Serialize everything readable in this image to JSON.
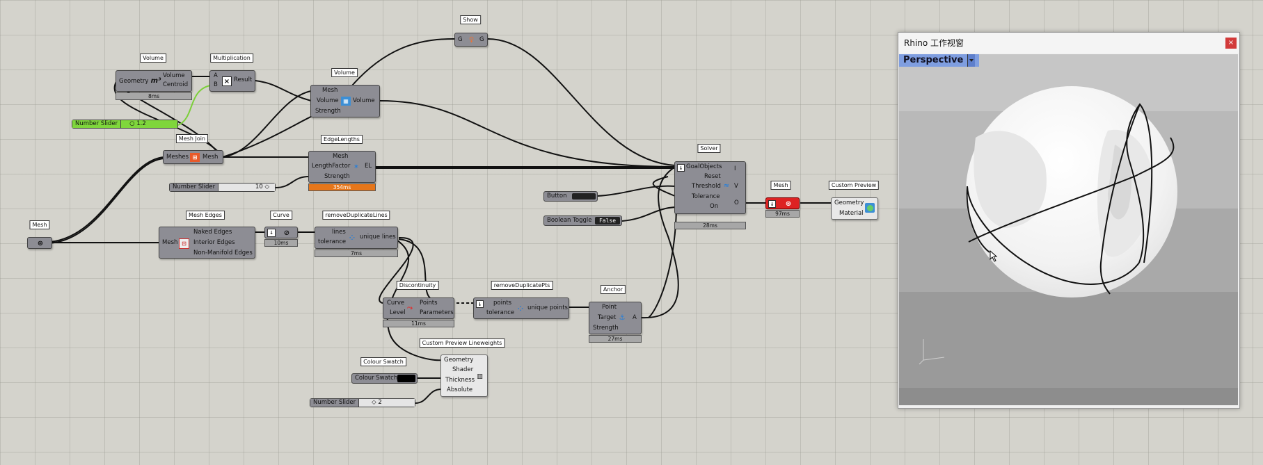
{
  "components": {
    "volume1": {
      "tag": "Volume",
      "in_geometry": "Geometry",
      "icon": "m³",
      "out_volume": "Volume",
      "out_centroid": "Centroid",
      "timer": "8ms"
    },
    "multiplication": {
      "tag": "Multiplication",
      "in_a": "A",
      "in_b": "B",
      "icon": "×",
      "out_result": "Result"
    },
    "volume_goal": {
      "tag": "Volume",
      "in_mesh": "Mesh",
      "in_volume": "Volume",
      "in_strength": "Strength",
      "out_volume": "Volume"
    },
    "show": {
      "tag": "Show",
      "in": "G",
      "out": "G"
    },
    "mesh_join": {
      "tag": "Mesh Join",
      "in": "Meshes",
      "out": "Mesh"
    },
    "edge_lengths": {
      "tag": "EdgeLengths",
      "in_mesh": "Mesh",
      "in_length_factor": "LengthFactor",
      "in_strength": "Strength",
      "out": "EL",
      "timer": "354ms"
    },
    "mesh_param": {
      "tag": "Mesh"
    },
    "mesh_edges": {
      "tag": "Mesh Edges",
      "in": "Mesh",
      "out_naked": "Naked Edges",
      "out_interior": "Interior Edges",
      "out_nonmanifold": "Non-Manifold Edges"
    },
    "curve": {
      "tag": "Curve",
      "timer": "10ms"
    },
    "remove_dup_lines": {
      "tag": "removeDuplicateLines",
      "in_lines": "lines",
      "in_tolerance": "tolerance",
      "out": "unique lines",
      "timer": "7ms"
    },
    "discontinuity": {
      "tag": "Discontinuity",
      "in_curve": "Curve",
      "in_level": "Level",
      "out_points": "Points",
      "out_parameters": "Parameters",
      "timer": "11ms"
    },
    "remove_dup_pts": {
      "tag": "removeDuplicatePts",
      "in_points": "points",
      "in_tolerance": "tolerance",
      "out": "unique points"
    },
    "anchor": {
      "tag": "Anchor",
      "in_point": "Point",
      "in_target": "Target",
      "in_strength": "Strength",
      "out": "A",
      "timer": "27ms"
    },
    "solver": {
      "tag": "Solver",
      "in_goals": "GoalObjects",
      "in_reset": "Reset",
      "in_threshold": "Threshold",
      "in_tolerance": "Tolerance",
      "in_on": "On",
      "out_i": "I",
      "out_v": "V",
      "out_o": "O",
      "timer": "28ms"
    },
    "mesh_out": {
      "tag": "Mesh",
      "timer": "97ms"
    },
    "custom_preview": {
      "tag": "Custom Preview",
      "in_geometry": "Geometry",
      "in_material": "Material"
    },
    "cp_lineweights": {
      "tag": "Custom Preview Lineweights",
      "in_geometry": "Geometry",
      "in_shader": "Shader",
      "in_thickness": "Thickness",
      "in_absolute": "Absolute"
    },
    "colour_swatch": {
      "tag": "Colour Swatch",
      "label": "Colour Swatch",
      "color": "#000000"
    },
    "button": {
      "label": "Button"
    },
    "boolean_toggle": {
      "label": "Boolean Toggle",
      "value": "False"
    }
  },
  "sliders": {
    "volume_factor": {
      "label": "Number Slider",
      "value": "1.2",
      "color": "#7fd63c"
    },
    "length_factor": {
      "label": "Number Slider",
      "value": "10"
    },
    "thickness": {
      "label": "Number Slider",
      "value": "2"
    }
  },
  "rhino": {
    "title": "Rhino 工作视窗",
    "close": "×",
    "viewport_name": "Perspective"
  }
}
